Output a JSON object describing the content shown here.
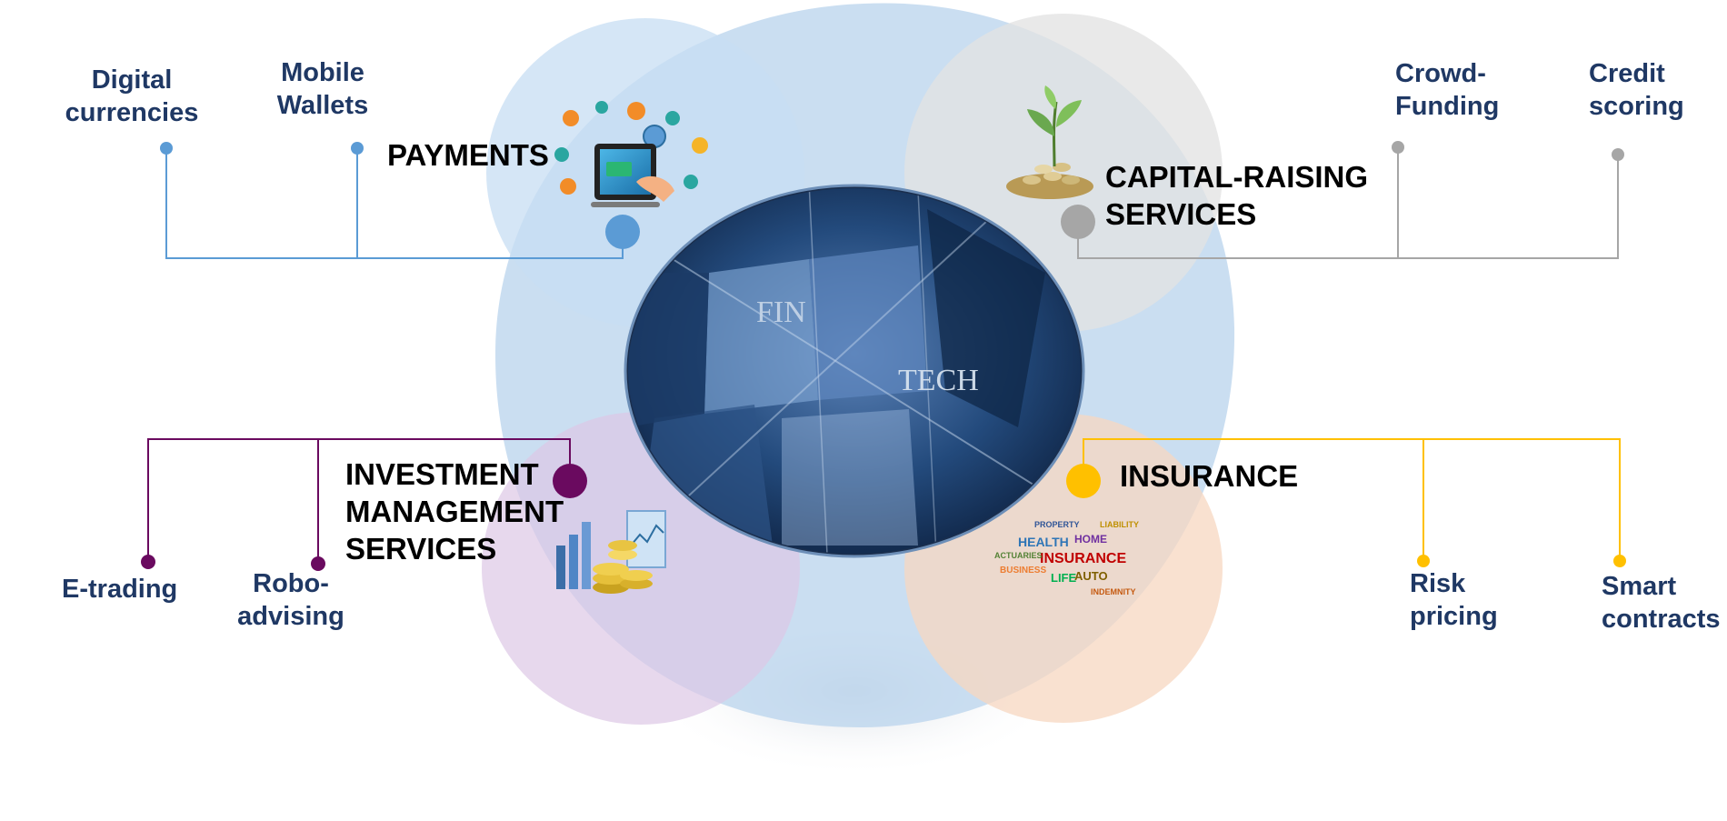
{
  "center": {
    "left": "FIN",
    "right": "TECH"
  },
  "categories": [
    {
      "id": "payments",
      "label": "PAYMENTS",
      "color": "#5b9bd5",
      "children": [
        {
          "label": "Digital\ncurrencies"
        },
        {
          "label": "Mobile\nWallets"
        }
      ]
    },
    {
      "id": "capital",
      "label": "CAPITAL-RAISING\nSERVICES",
      "color": "#a6a6a6",
      "children": [
        {
          "label": "Crowd-\nFunding"
        },
        {
          "label": "Credit\nscoring"
        }
      ]
    },
    {
      "id": "investment",
      "label": "INVESTMENT\nMANAGEMENT\nSERVICES",
      "color": "#6a0a5f",
      "children": [
        {
          "label": "E-trading"
        },
        {
          "label": "Robo-\nadvising"
        }
      ]
    },
    {
      "id": "insurance",
      "label": "INSURANCE",
      "color": "#ffc000",
      "children": [
        {
          "label": "Risk\npricing"
        },
        {
          "label": "Smart\ncontracts"
        }
      ]
    }
  ],
  "insurance_words": [
    "HEALTH",
    "HOME",
    "INSURANCE",
    "LIFE",
    "AUTO",
    "BUSINESS",
    "ACTUARIES",
    "LIABILITY",
    "PROPERTY",
    "INDEMNITY"
  ]
}
